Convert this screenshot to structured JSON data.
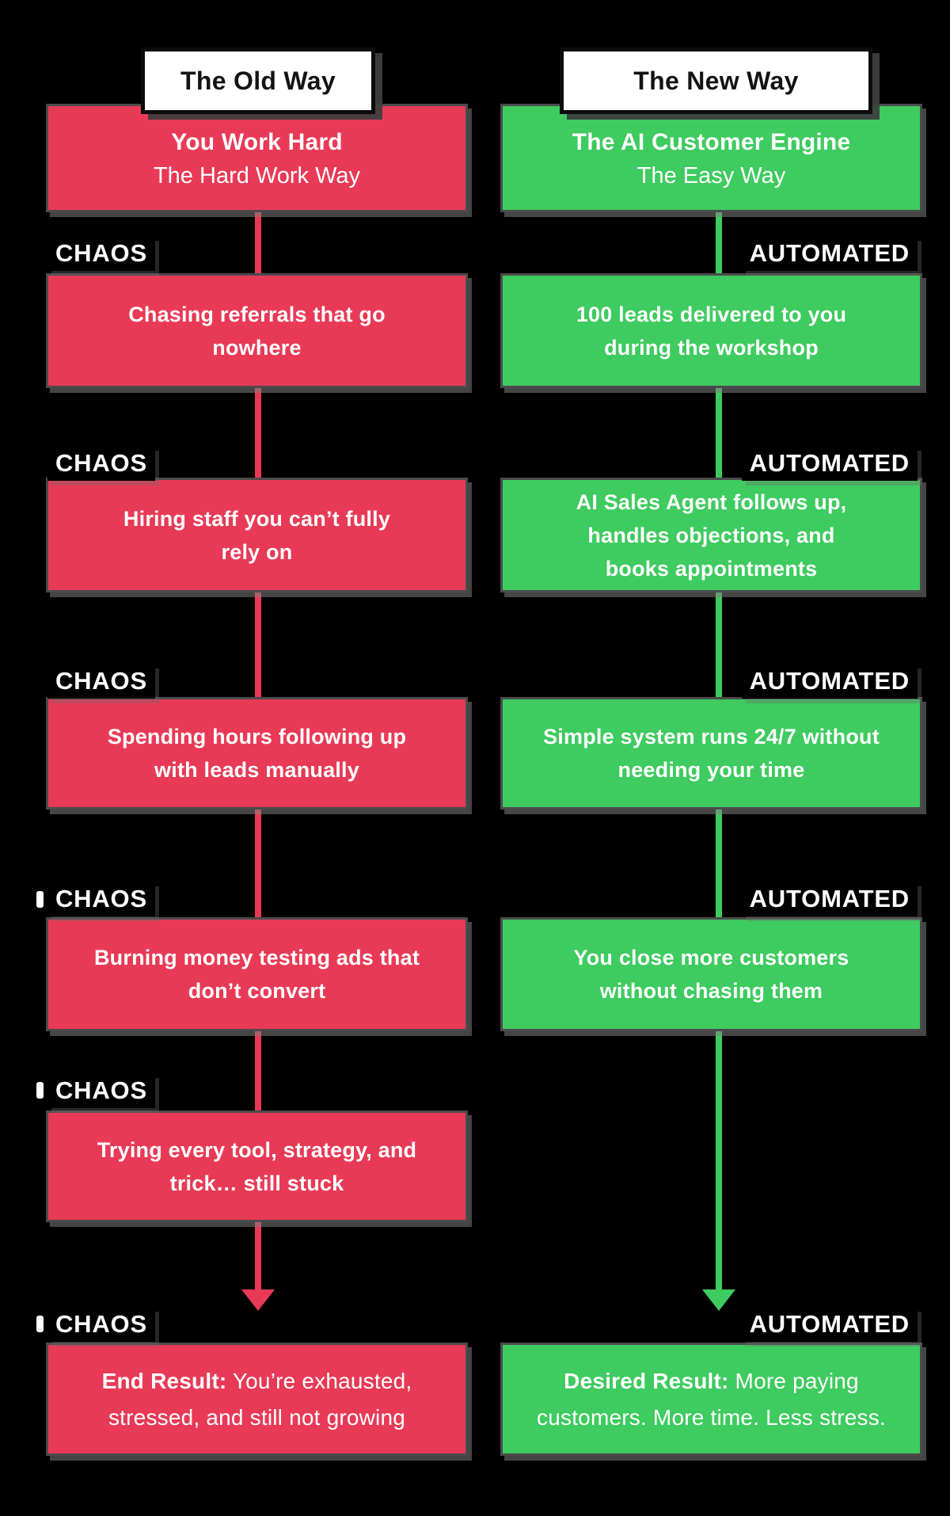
{
  "titles": {
    "old": "The Old Way",
    "new": "The New Way"
  },
  "old": {
    "header_title": "You Work Hard",
    "header_subtitle": "The Hard Work Way",
    "badge": "CHAOS",
    "steps": [
      "Chasing referrals that go\nnowhere",
      "Hiring staff you can’t fully\nrely on",
      "Spending hours following up\nwith leads manually",
      "Burning money testing ads that\ndon’t convert",
      "Trying every tool, strategy, and\ntrick… still stuck"
    ],
    "result_prefix": "End Result:",
    "result_text": " You’re exhausted,\nstressed, and still not growing"
  },
  "new": {
    "header_title": "The AI Customer Engine",
    "header_subtitle": "The Easy Way",
    "badge": "AUTOMATED",
    "steps": [
      "100 leads delivered to you\nduring the workshop",
      "AI Sales Agent follows up,\nhandles objections, and\nbooks appointments",
      "Simple system runs 24/7 without\nneeding your time",
      "You close more customers\nwithout chasing them"
    ],
    "result_prefix": "Desired Result:",
    "result_text": " More paying\ncustomers. More time. Less stress."
  },
  "colors": {
    "chaos_red": "#e83a56",
    "automated_green": "#3ecb5f",
    "background": "#000000",
    "title_box_bg": "#ffffff",
    "text": "#ffffff"
  }
}
